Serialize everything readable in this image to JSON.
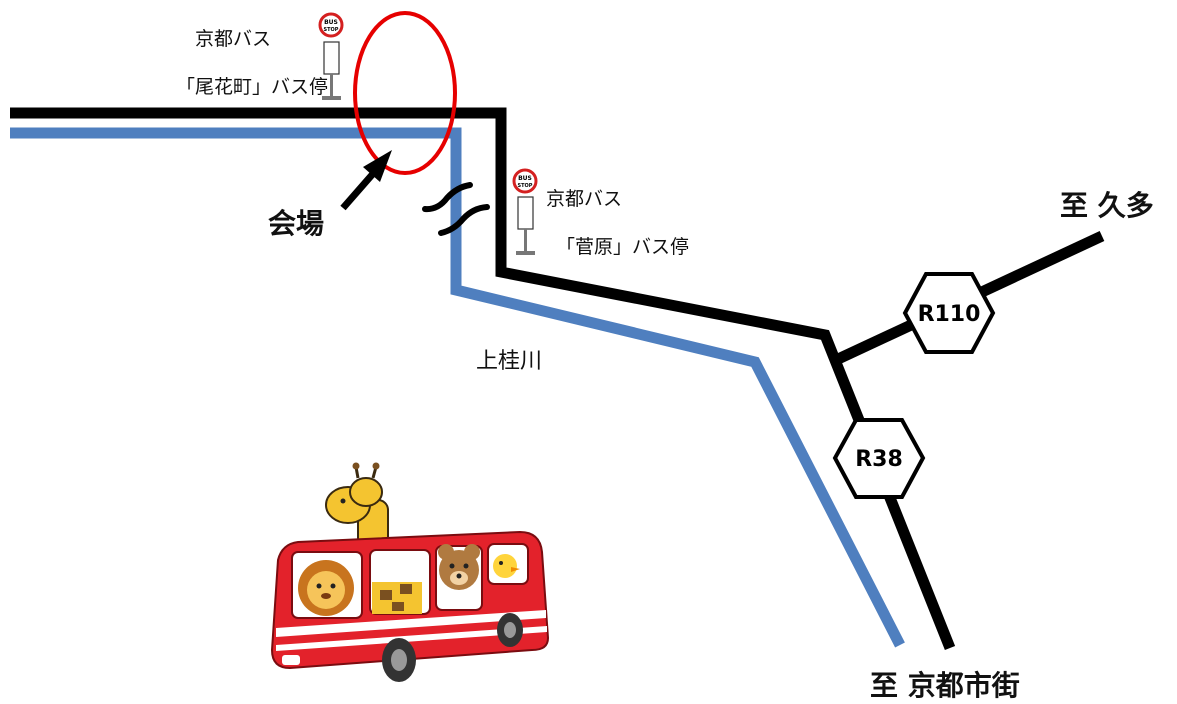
{
  "stops": {
    "obanacho": {
      "line1": "京都バス",
      "line2": "「尾花町」バス停"
    },
    "sugahara": {
      "line1": "京都バス",
      "line2": "「菅原」バス停"
    }
  },
  "busstop_sign": {
    "line1": "BUS",
    "line2": "STOP"
  },
  "venue_label": "会場",
  "river_label": "上桂川",
  "dest_kuta": "至 久多",
  "dest_kyoto": "至 京都市街",
  "shields": {
    "r110": "R110",
    "r38": "R38"
  },
  "colors": {
    "road": "#000000",
    "river": "#4f7fbf",
    "venue_circle": "#e60000",
    "bus_body": "#e3222b"
  }
}
